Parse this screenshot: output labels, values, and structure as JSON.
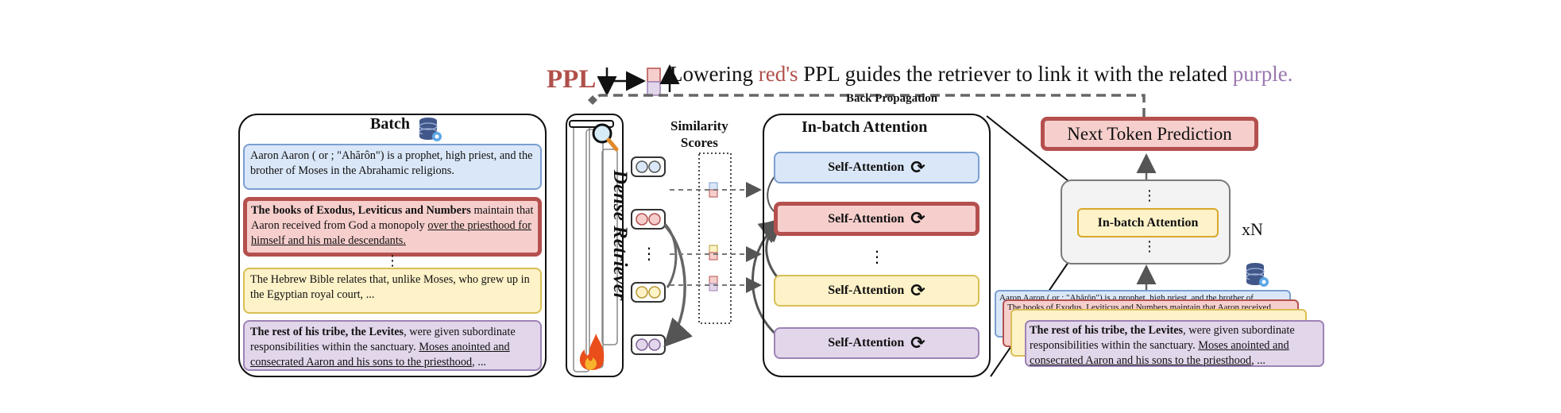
{
  "headline": {
    "ppl": "PPL",
    "part1": "Lowering ",
    "red_word": "red's",
    "part2": " PPL guides the retriever to link it with the related ",
    "purple_word": "purple."
  },
  "back_propagation": "Back Propagation",
  "batch": {
    "title": "Batch",
    "docs": [
      {
        "text": "Aaron Aaron ( or ; \"Ahărôn\") is a prophet, high priest, and the brother of Moses in the Abrahamic religions."
      },
      {
        "bold": "The books of Exodus, Leviticus and Numbers",
        "middle": " maintain that Aaron received from God a monopoly ",
        "underlined": "over the priesthood for himself and his male descendants."
      },
      {
        "text": "The Hebrew Bible relates that, unlike Moses, who grew up in the Egyptian royal court, ..."
      },
      {
        "bold": "The rest of his tribe, the Levites",
        "middle": ", were given subordinate responsibilities within the sanctuary. ",
        "underlined": "Moses anointed and consecrated Aaron and his sons to the priesthood",
        "tail": ", ..."
      }
    ],
    "dots": "⋮"
  },
  "retriever": {
    "label": "Dense Retriever"
  },
  "similarity": {
    "title_line1": "Similarity",
    "title_line2": "Scores"
  },
  "attention": {
    "title": "In-batch Attention",
    "blocks": [
      "Self-Attention",
      "Self-Attention",
      "Self-Attention",
      "Self-Attention"
    ],
    "dots": "⋮"
  },
  "model": {
    "next_token": "Next Token Prediction",
    "inbatch": "In-batch Attention",
    "repeat": "xN",
    "dots": "⋮"
  },
  "stack": {
    "doc1": "Aaron Aaron ( or ; \"Ahărôn\") is a prophet, high priest, and the brother of",
    "doc2": "The books of Exodus, Leviticus and Numbers maintain that Aaron received",
    "front_bold": "The rest of his tribe, the Levites",
    "front_middle": ", were given subordinate responsibilities within the sanctuary. ",
    "front_underlined": "Moses anointed and consecrated Aaron and his sons to the priesthood",
    "front_tail": ", ..."
  },
  "colors": {
    "blue": "#dae7f8",
    "red": "#f6cfcd",
    "yellow": "#fdf2c8",
    "purple": "#e2d6ea",
    "red_border": "#b4504e"
  },
  "icons": [
    "database-icon",
    "magnifier-icon",
    "fire-icon",
    "refresh-icon"
  ]
}
